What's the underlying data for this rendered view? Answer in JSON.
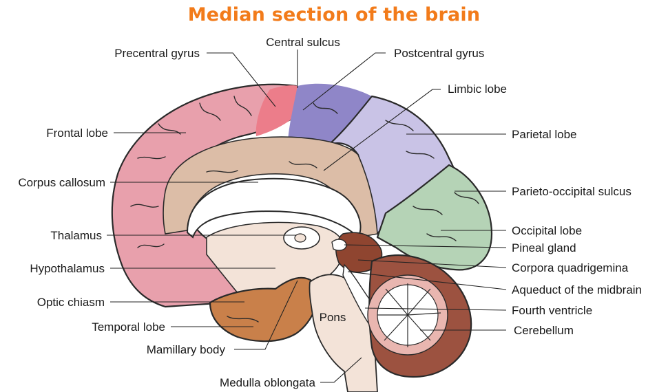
{
  "title": "Median section of the brain",
  "labels": {
    "precentral_gyrus": "Precentral gyrus",
    "central_sulcus": "Central sulcus",
    "postcentral_gyrus": "Postcentral gyrus",
    "limbic_lobe": "Limbic lobe",
    "frontal_lobe": "Frontal lobe",
    "parietal_lobe": "Parietal lobe",
    "corpus_callosum": "Corpus callosum",
    "parieto_occipital_sulcus": "Parieto-occipital sulcus",
    "thalamus": "Thalamus",
    "occipital_lobe": "Occipital lobe",
    "pineal_gland": "Pineal gland",
    "hypothalamus": "Hypothalamus",
    "corpora_quadrigemina": "Corpora quadrigemina",
    "aqueduct": "Aqueduct of the midbrain",
    "optic_chiasm": "Optic chiasm",
    "fourth_ventricle": "Fourth ventricle",
    "temporal_lobe": "Temporal lobe",
    "pons": "Pons",
    "cerebellum": "Cerebellum",
    "mamillary_body": "Mamillary body",
    "medulla_oblongata": "Medulla oblongata"
  },
  "colors": {
    "title": "#f27b1a",
    "frontal": "#e8a0ac",
    "precentral": "#ec7d8a",
    "postcentral": "#8f86c8",
    "parietal": "#c9c3e6",
    "occipital": "#b5d3b6",
    "limbic": "#dcbda7",
    "diencephalon": "#f3e3d8",
    "temporal": "#c9804a",
    "midbrain": "#8f4530",
    "cerebellum": "#9c5240",
    "brainstem": "#f3e3d8"
  }
}
